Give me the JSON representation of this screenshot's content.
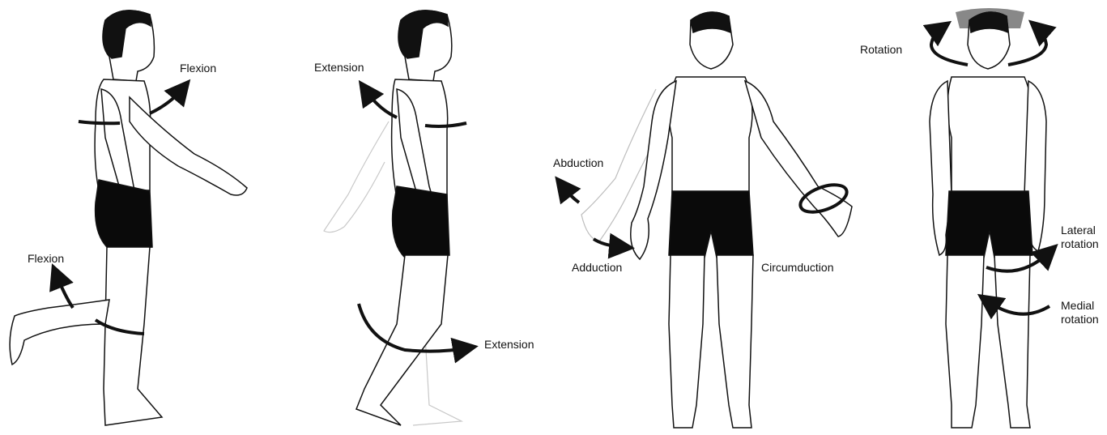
{
  "diagram": {
    "panels": [
      {
        "id": "sagittal-flexion",
        "view": "side",
        "labels": [
          {
            "text": "Flexion",
            "target": "shoulder"
          },
          {
            "text": "Flexion",
            "target": "knee"
          }
        ]
      },
      {
        "id": "sagittal-extension",
        "view": "side",
        "labels": [
          {
            "text": "Extension",
            "target": "shoulder"
          },
          {
            "text": "Extension",
            "target": "hip"
          }
        ]
      },
      {
        "id": "frontal-ab-adduction",
        "view": "front",
        "labels": [
          {
            "text": "Abduction",
            "target": "arm"
          },
          {
            "text": "Adduction",
            "target": "arm"
          },
          {
            "text": "Circumduction",
            "target": "wrist"
          }
        ]
      },
      {
        "id": "rotation",
        "view": "front",
        "labels": [
          {
            "text": "Rotation",
            "target": "head"
          },
          {
            "text": "Lateral rotation",
            "target": "hip"
          },
          {
            "text": "Medial rotation",
            "target": "hip"
          }
        ]
      }
    ],
    "colors": {
      "ink": "#111111",
      "shorts": "#0a0a0a",
      "ghost": "#c8c8c8",
      "background": "#ffffff"
    }
  }
}
